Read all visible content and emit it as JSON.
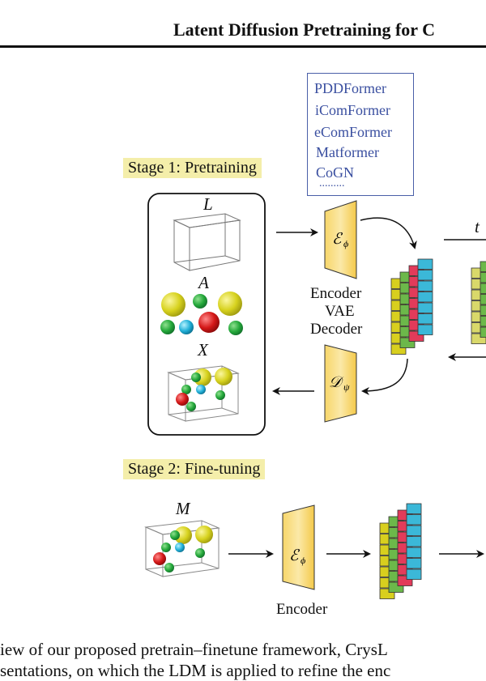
{
  "header": {
    "title": "Latent Diffusion Pretraining for C"
  },
  "stage1": {
    "label": "Stage 1: Pretraining"
  },
  "stage2": {
    "label": "Stage 2: Fine-tuning"
  },
  "models": {
    "items": [
      "PDDFormer",
      "iComFormer",
      "eComFormer",
      "Matformer",
      "CoGN"
    ],
    "more": "........."
  },
  "vars": {
    "L": "L",
    "A": "A",
    "X": "X",
    "M": "M",
    "t": "t"
  },
  "vae": {
    "encoder": "Encoder",
    "vae": "VAE",
    "decoder": "Decoder"
  },
  "stage2_labels": {
    "encoder": "Encoder"
  },
  "caption": {
    "line1": "iew of our proposed pretrain–finetune framework, CrysL",
    "line2": "sentations, on which the LDM is applied to refine the enc"
  },
  "colors": {
    "yellow": "#d8cf1e",
    "green": "#6cb84a",
    "red": "#e23b5a",
    "cyan": "#3bb8d8",
    "paleyellow": "#d9d86a",
    "stage_bg": "#f4eeaa",
    "model_text": "#3a4fa0"
  }
}
